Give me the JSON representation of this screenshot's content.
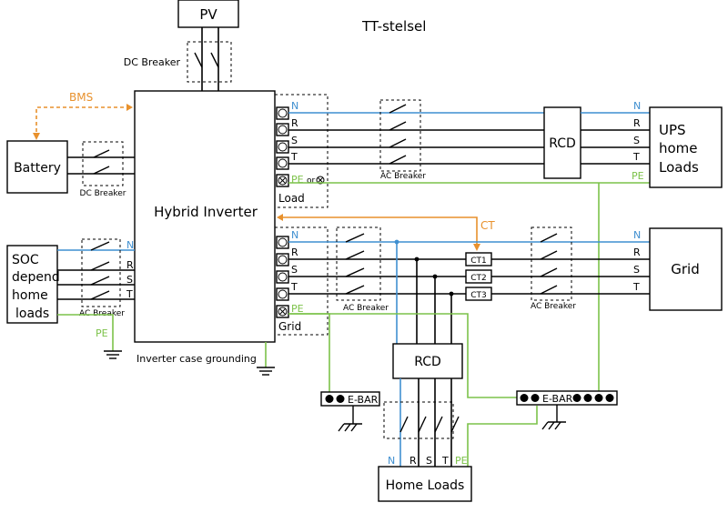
{
  "title": "TT-stelsel",
  "pv": "PV",
  "dc_breaker_pv": "DC Breaker",
  "bms": "BMS",
  "battery": "Battery",
  "dc_breaker_bat": "DC Breaker",
  "inverter": "Hybrid Inverter",
  "soc_lines": [
    "SOC",
    "depend",
    "home",
    "loads"
  ],
  "ac_breaker": "AC Breaker",
  "pe": "PE",
  "inverter_grounding": "Inverter case grounding",
  "load_terminals": [
    "N",
    "R",
    "S",
    "T",
    "PE"
  ],
  "or_label": "or",
  "load_label": "Load",
  "grid_terminals": [
    "N",
    "R",
    "S",
    "T",
    "PE"
  ],
  "grid_label": "Grid",
  "soc_terminals": [
    "N",
    "R",
    "S",
    "T"
  ],
  "rcd": "RCD",
  "ups_lines": [
    "UPS",
    "home",
    "Loads"
  ],
  "ups_terminals": [
    "N",
    "R",
    "S",
    "T",
    "PE"
  ],
  "ct": "CT",
  "ct_labels": [
    "CT1",
    "CT2",
    "CT3"
  ],
  "grid_box": "Grid",
  "grid_side_terminals": [
    "N",
    "R",
    "S",
    "T"
  ],
  "ebar": "E-BAR",
  "home_loads": "Home Loads",
  "home_terminals": [
    "N",
    "R",
    "S",
    "T",
    "PE"
  ]
}
